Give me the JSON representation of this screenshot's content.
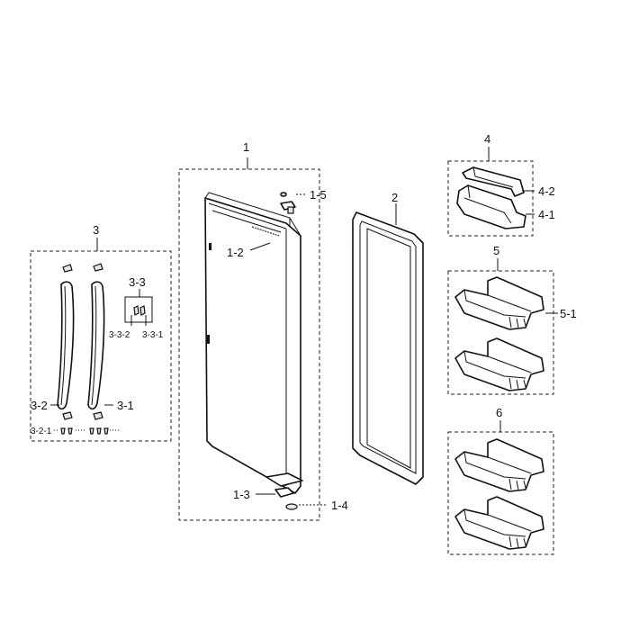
{
  "labels": {
    "l1": "1",
    "l1_2": "1-2",
    "l1_3": "1-3",
    "l1_4": "1-4",
    "l1_5": "1-5",
    "l2": "2",
    "l3": "3",
    "l3_1": "3-1",
    "l3_2": "3-2",
    "l3_2_1": "3-2-1",
    "l3_3": "3-3",
    "l3_3_1": "3-3-1",
    "l3_3_2": "3-3-2",
    "l4": "4",
    "l4_1": "4-1",
    "l4_2": "4-2",
    "l5": "5",
    "l5_1": "5-1",
    "l6": "6"
  }
}
